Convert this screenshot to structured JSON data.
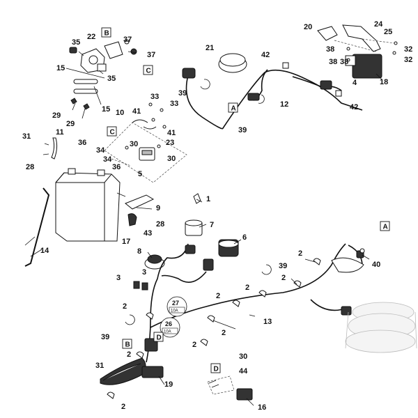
{
  "part_labels": {
    "p35a": "35",
    "p22": "22",
    "p37a": "37",
    "p37b": "37",
    "p35b": "35",
    "p15a": "15",
    "p15b": "15",
    "p29a": "29",
    "p29b": "29",
    "p33a": "33",
    "p33b": "33",
    "p10": "10",
    "p41a": "41",
    "p41b": "41",
    "p23": "23",
    "p30a": "30",
    "p30b": "30",
    "p5": "5",
    "p31a": "31",
    "p11": "11",
    "p28a": "28",
    "p36a": "36",
    "p34a": "34",
    "p34b": "34",
    "p36b": "36",
    "p21": "21",
    "p42a": "42",
    "p39a": "39",
    "p12": "12",
    "p39b": "39",
    "p20": "20",
    "p24": "24",
    "p25": "25",
    "p38a": "38",
    "p38b": "38",
    "p38c": "38",
    "p4": "4",
    "p18": "18",
    "p32a": "32",
    "p32b": "32",
    "p42b": "42",
    "p1": "1",
    "p9": "9",
    "p28b": "28",
    "p43": "43",
    "p17": "17",
    "p14": "14",
    "p7": "7",
    "p6": "6",
    "p8": "8",
    "p3a": "3",
    "p3b": "3",
    "p2a": "2",
    "p2b": "2",
    "p2c": "2",
    "p2d": "2",
    "p2e": "2",
    "p2f": "2",
    "p2g": "2",
    "p2h": "2",
    "p2i": "2",
    "p27": "27",
    "p26": "26",
    "p39c": "39",
    "p39d": "39",
    "p40": "40",
    "p13": "13",
    "p31b": "31",
    "p19": "19",
    "p30c": "30",
    "p44": "44",
    "p16": "16"
  },
  "ref_boxes": {
    "b_top": "B",
    "c_top": "C",
    "a_mid": "A",
    "c_mid": "C",
    "a_right": "A",
    "b_bottom": "B",
    "d_bottom": "D",
    "d_lower": "D"
  },
  "fuses": {
    "f27_rating": "10A",
    "f26_rating": "10A"
  }
}
